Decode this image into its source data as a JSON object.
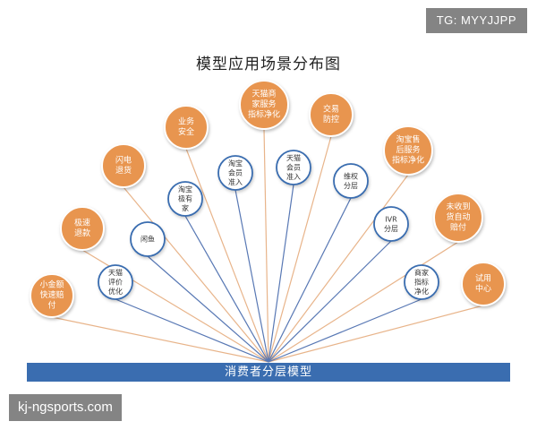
{
  "title": "模型应用场景分布图",
  "watermarks": {
    "top": "TG: MYYJJPP",
    "bottom": "kj-ngsports.com"
  },
  "base": {
    "label": "消费者分层模型"
  },
  "colors": {
    "orange": "#e8954f",
    "blue": "#3a6db0",
    "line_orange": "#e8b48a",
    "line_blue": "#5878b4"
  },
  "scenarios": [
    {
      "id": "small-amount-fast-payout",
      "label": [
        "小金额",
        "快速赔",
        "付"
      ],
      "tier": "outer"
    },
    {
      "id": "express-refund",
      "label": [
        "极速",
        "退款"
      ],
      "tier": "outer"
    },
    {
      "id": "flash-refund",
      "label": [
        "闪电",
        "退货"
      ],
      "tier": "outer"
    },
    {
      "id": "business-security",
      "label": [
        "业务",
        "安全"
      ],
      "tier": "outer"
    },
    {
      "id": "tmall-merchant-service-purify",
      "label": [
        "天猫商",
        "家服务",
        "指标净化"
      ],
      "tier": "outer"
    },
    {
      "id": "transaction-risk-control",
      "label": [
        "交易",
        "防控"
      ],
      "tier": "outer"
    },
    {
      "id": "taobao-aftersale-purify",
      "label": [
        "淘宝售",
        "后服务",
        "指标净化"
      ],
      "tier": "outer"
    },
    {
      "id": "unreceived-auto-compensation",
      "label": [
        "未收到",
        "货自动",
        "赔付"
      ],
      "tier": "outer"
    },
    {
      "id": "trial-center",
      "label": [
        "试用",
        "中心"
      ],
      "tier": "outer"
    },
    {
      "id": "tmall-review-optimize",
      "label": [
        "天猫",
        "评价",
        "优化"
      ],
      "tier": "inner"
    },
    {
      "id": "xianyu",
      "label": [
        "闲鱼"
      ],
      "tier": "inner"
    },
    {
      "id": "taobao-youjia",
      "label": [
        "淘宝",
        "极有",
        "家"
      ],
      "tier": "inner"
    },
    {
      "id": "taobao-member-access",
      "label": [
        "淘宝",
        "会员",
        "准入"
      ],
      "tier": "inner"
    },
    {
      "id": "tmall-member-access",
      "label": [
        "天猫",
        "会员",
        "准入"
      ],
      "tier": "inner"
    },
    {
      "id": "rights-tiering",
      "label": [
        "维权",
        "分层"
      ],
      "tier": "inner"
    },
    {
      "id": "ivr-tiering",
      "label": [
        "IVR",
        "分层"
      ],
      "tier": "inner"
    },
    {
      "id": "merchant-metric-purify",
      "label": [
        "商家",
        "指标",
        "净化"
      ],
      "tier": "inner"
    }
  ]
}
